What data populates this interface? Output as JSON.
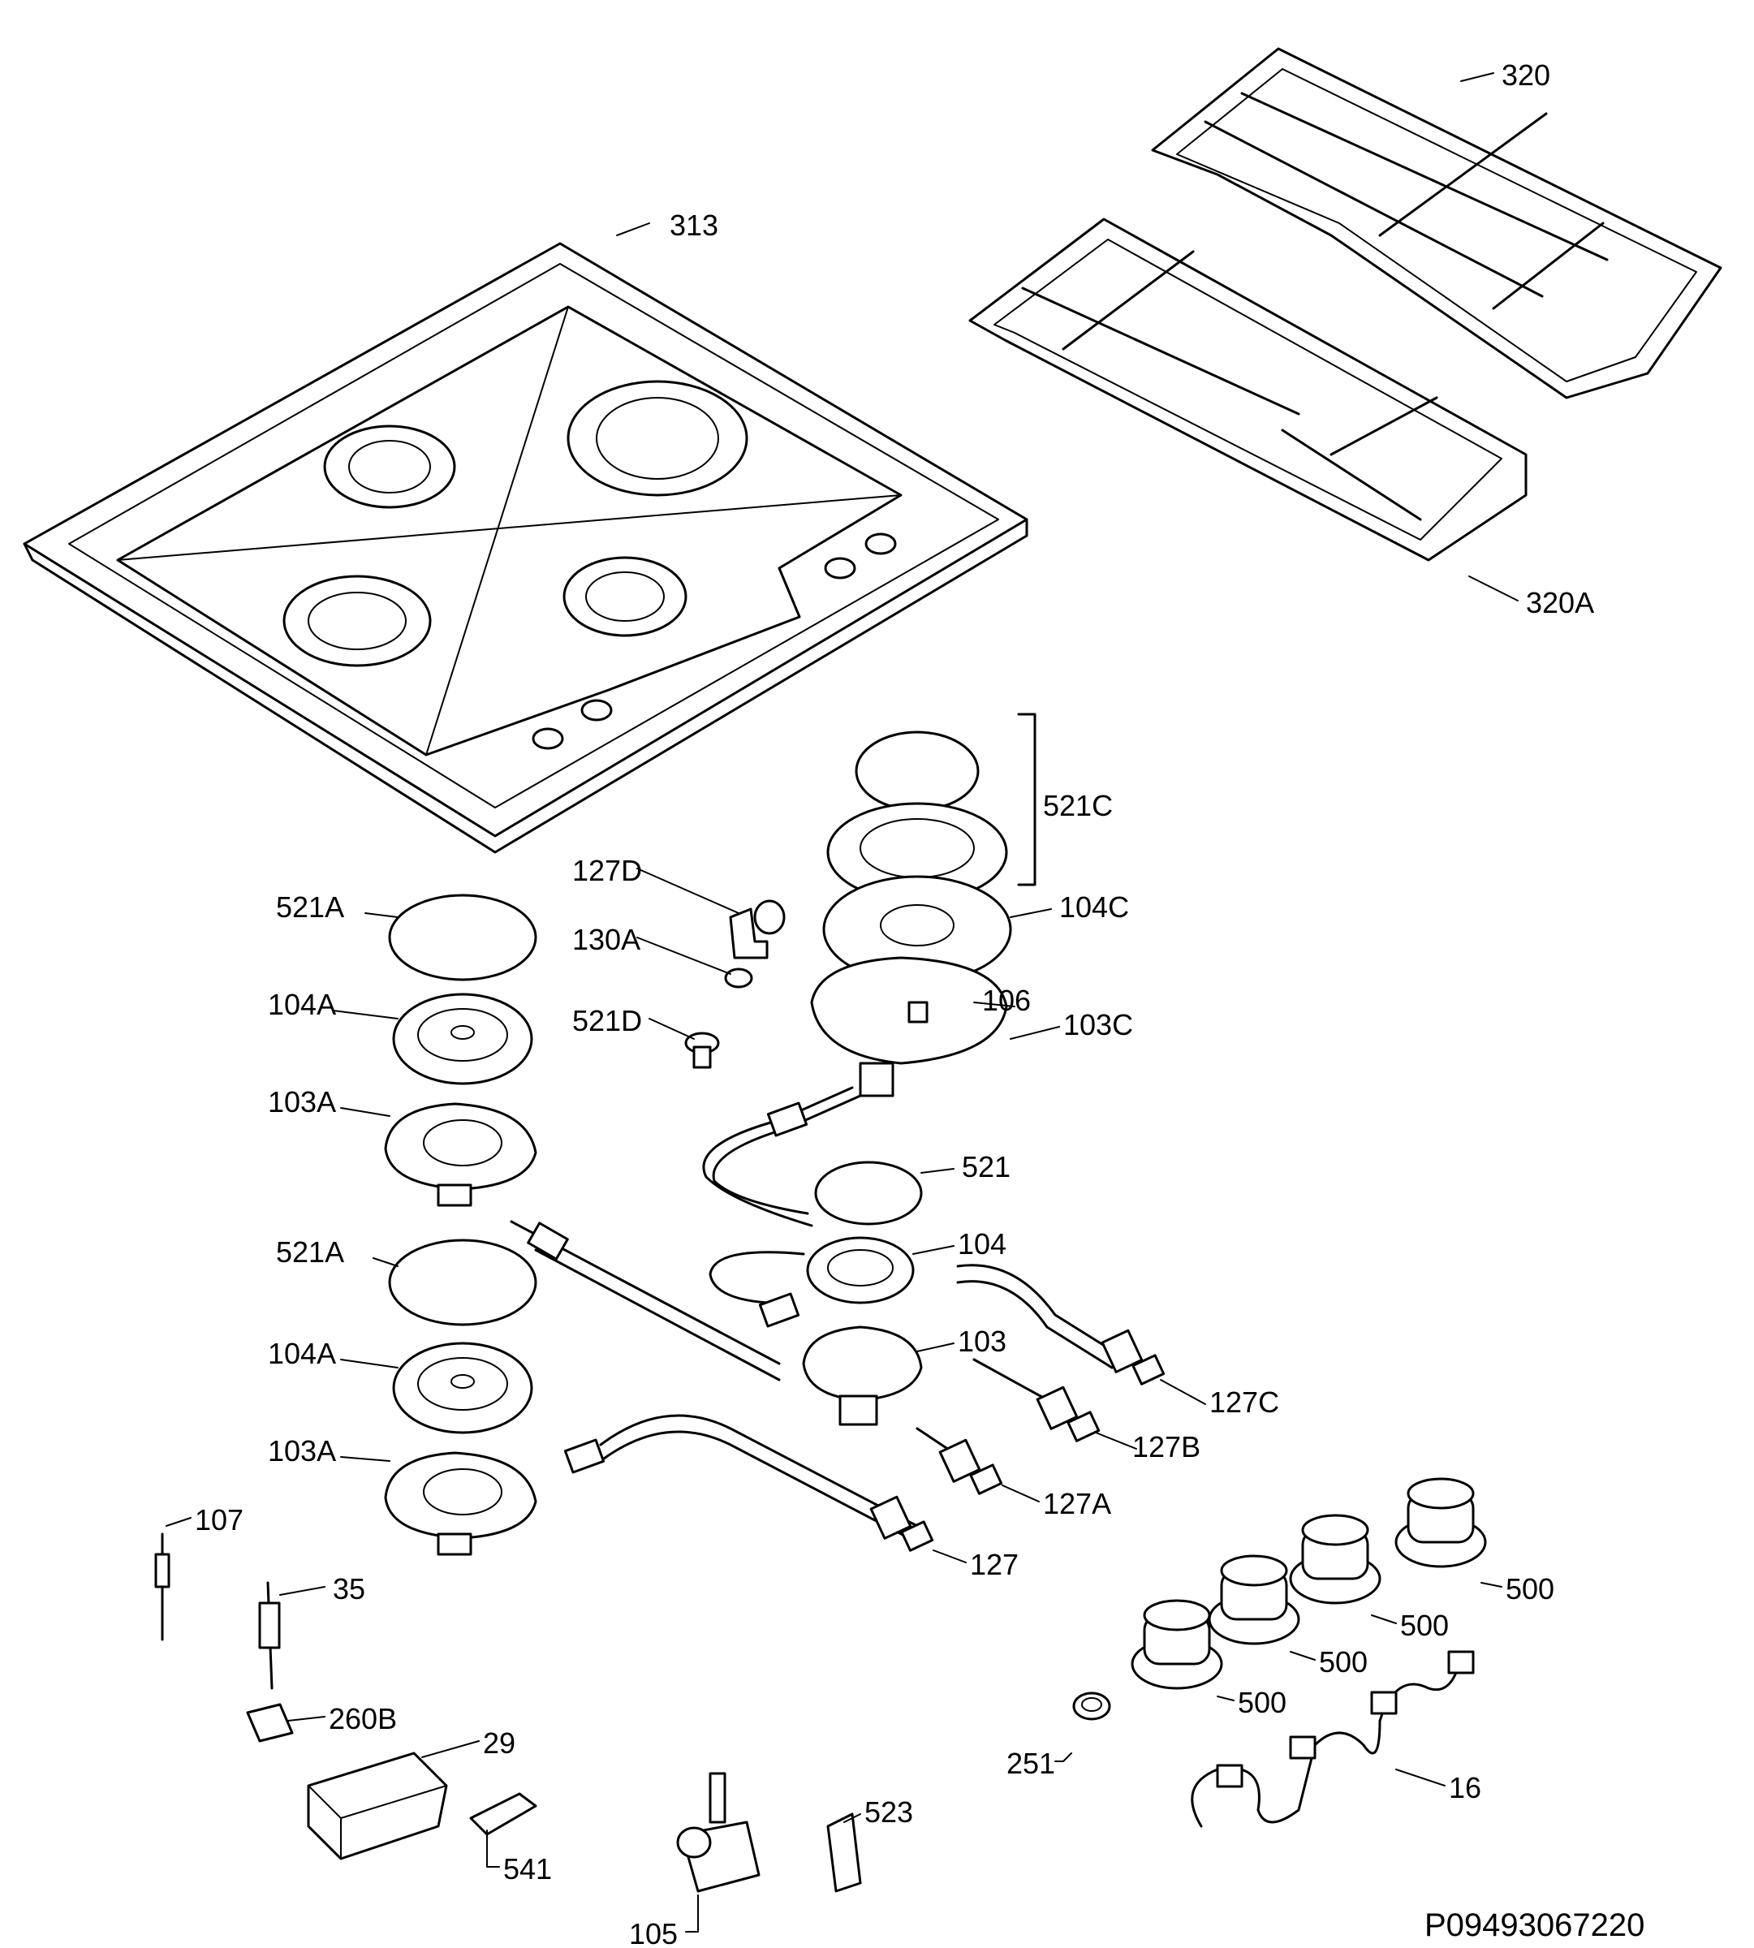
{
  "diagram": {
    "document_code": "P09493067220",
    "labels": {
      "l320": "320",
      "l313": "313",
      "l320A": "320A",
      "l521C": "521C",
      "l127D": "127D",
      "l521A_top": "521A",
      "l130A": "130A",
      "l104C": "104C",
      "l104A_top": "104A",
      "l521D": "521D",
      "l106": "106",
      "l103C": "103C",
      "l103A_top": "103A",
      "l521": "521",
      "l521A_mid": "521A",
      "l104": "104",
      "l104A_mid": "104A",
      "l103": "103",
      "l127C": "127C",
      "l127B": "127B",
      "l103A_mid": "103A",
      "l127A": "127A",
      "l107": "107",
      "l127": "127",
      "l35": "35",
      "l500_1": "500",
      "l500_2": "500",
      "l500_3": "500",
      "l500_4": "500",
      "l260B": "260B",
      "l29": "29",
      "l251": "251",
      "l16": "16",
      "l523": "523",
      "l541": "541",
      "l105": "105"
    }
  }
}
